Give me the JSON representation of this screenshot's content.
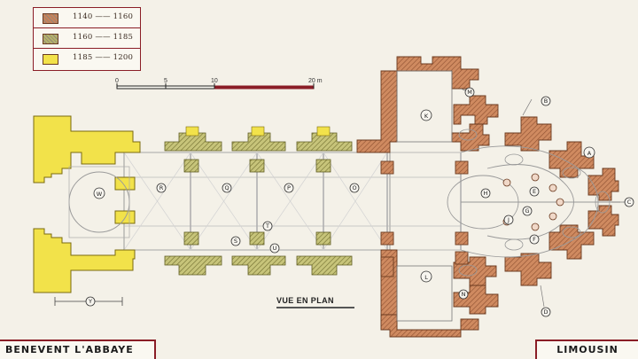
{
  "title": "BENEVENT L'ABBAYE",
  "region": "LIMOUSIN",
  "plan_label": "VUE EN PLAN",
  "colors": {
    "period_1140_1160": "#c9825a",
    "period_1160_1185": "#b5b46a",
    "period_1185_1200": "#f2e24a",
    "frame": "#8a1d26",
    "paper": "#f4f1e8"
  },
  "legend": [
    {
      "label": "1140 —— 1160",
      "color": "#c9825a",
      "hatched": true
    },
    {
      "label": "1160 —— 1185",
      "color": "#b5b46a",
      "hatched": true
    },
    {
      "label": "1185 —— 1200",
      "color": "#f2e24a",
      "hatched": false
    }
  ],
  "scale": {
    "ticks": [
      "0",
      "5",
      "10",
      "20 m"
    ]
  },
  "letters": [
    "A",
    "B",
    "C",
    "D",
    "E",
    "F",
    "G",
    "H",
    "J",
    "K",
    "L",
    "M",
    "N",
    "O",
    "P",
    "Q",
    "R",
    "S",
    "T",
    "U",
    "W",
    "Y"
  ]
}
